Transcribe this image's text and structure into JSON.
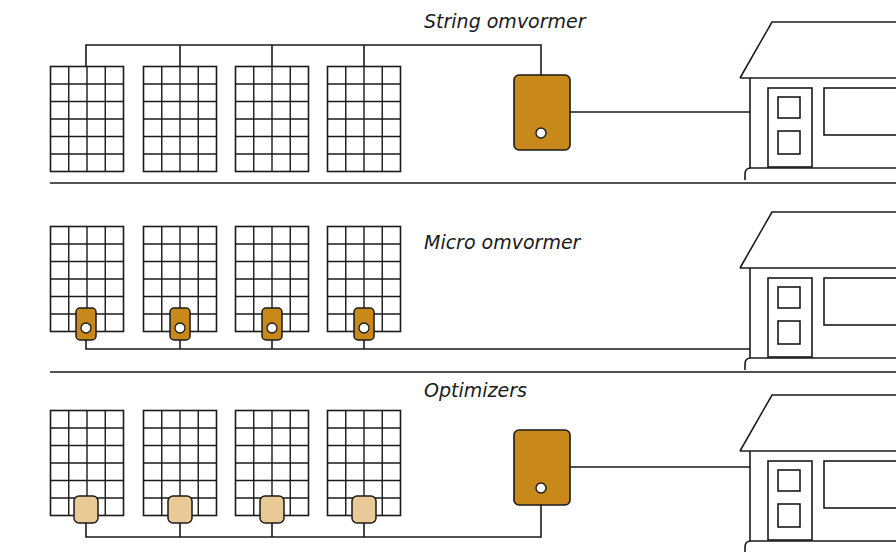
{
  "diagram": {
    "labels": [
      "String omvormer",
      "Micro omvormer",
      "Optimizers"
    ]
  }
}
